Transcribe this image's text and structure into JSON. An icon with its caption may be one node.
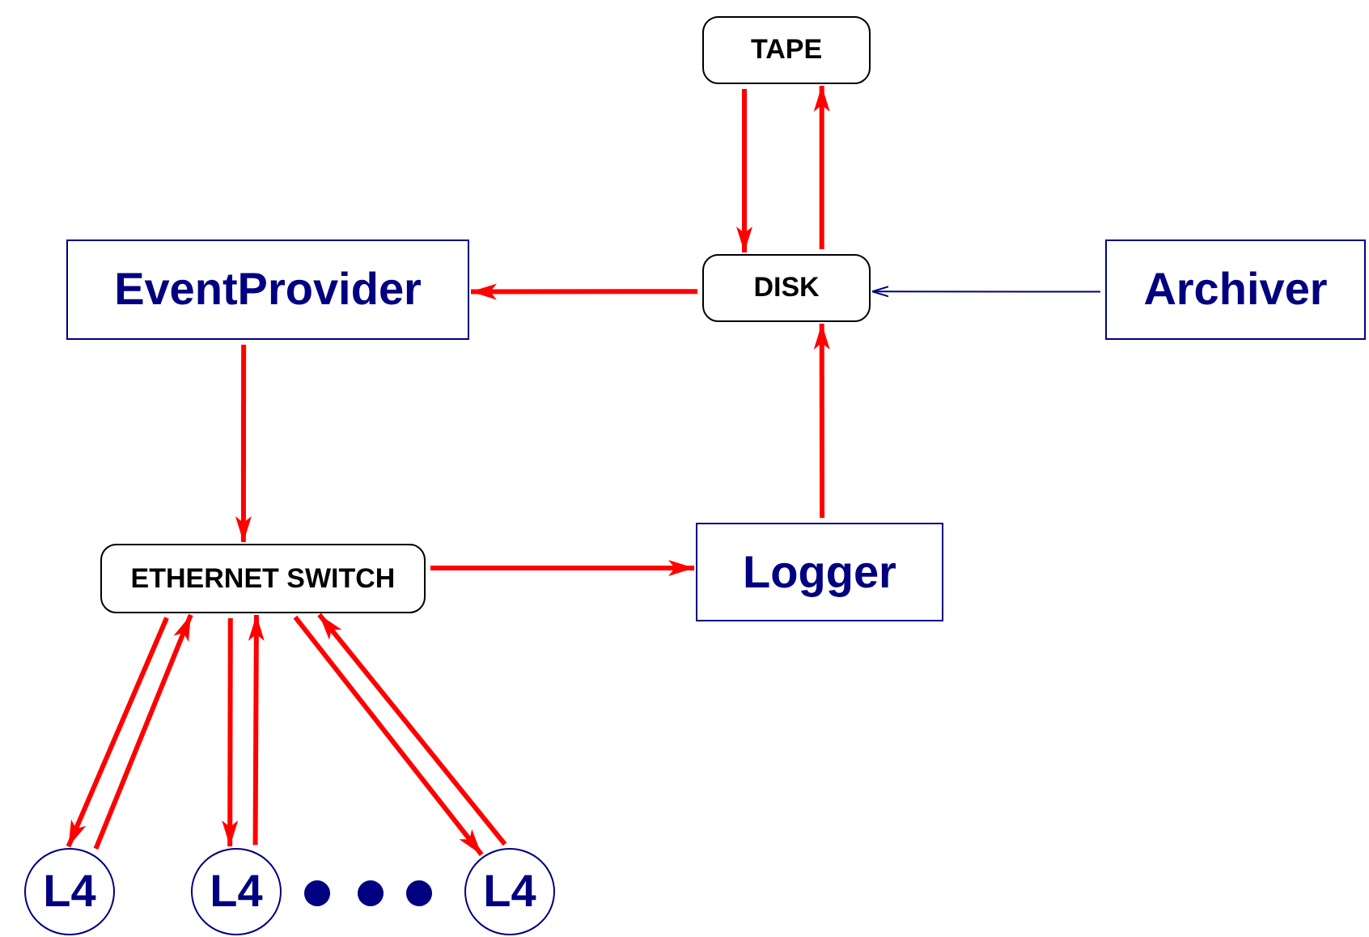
{
  "diagram": {
    "nodes": [
      {
        "text": [
          "TAPE"
        ]
      },
      {
        "text": [
          "EventProvider"
        ]
      },
      {
        "text": [
          "DISK"
        ]
      },
      {
        "text": [
          "Archiver"
        ]
      },
      {
        "text": [
          "ETHERNET SWITCH"
        ]
      },
      {
        "text": [
          "Logger"
        ]
      },
      {
        "text": [
          "L4"
        ]
      },
      {
        "text": [
          "L4"
        ]
      },
      {
        "text": [
          "L4"
        ]
      }
    ],
    "edges": [
      {
        "from": 0,
        "to": 2,
        "arrow": "to"
      },
      {
        "from": 2,
        "to": 0,
        "arrow": "to"
      },
      {
        "from": 2,
        "to": 1,
        "arrow": "to"
      },
      {
        "from": 3,
        "to": 2,
        "arrow": "to",
        "color": "#000080"
      },
      {
        "from": 1,
        "to": 4,
        "arrow": "to"
      },
      {
        "from": 4,
        "to": 5,
        "arrow": "to"
      },
      {
        "from": 5,
        "to": 2,
        "arrow": "to"
      },
      {
        "from": 4,
        "to": 6,
        "arrow": "to"
      },
      {
        "from": 6,
        "to": 4,
        "arrow": "to"
      },
      {
        "from": 4,
        "to": 7,
        "arrow": "to"
      },
      {
        "from": 7,
        "to": 4,
        "arrow": "to"
      },
      {
        "from": 4,
        "to": 8,
        "arrow": "to"
      },
      {
        "from": 8,
        "to": 4,
        "arrow": "to"
      }
    ]
  }
}
